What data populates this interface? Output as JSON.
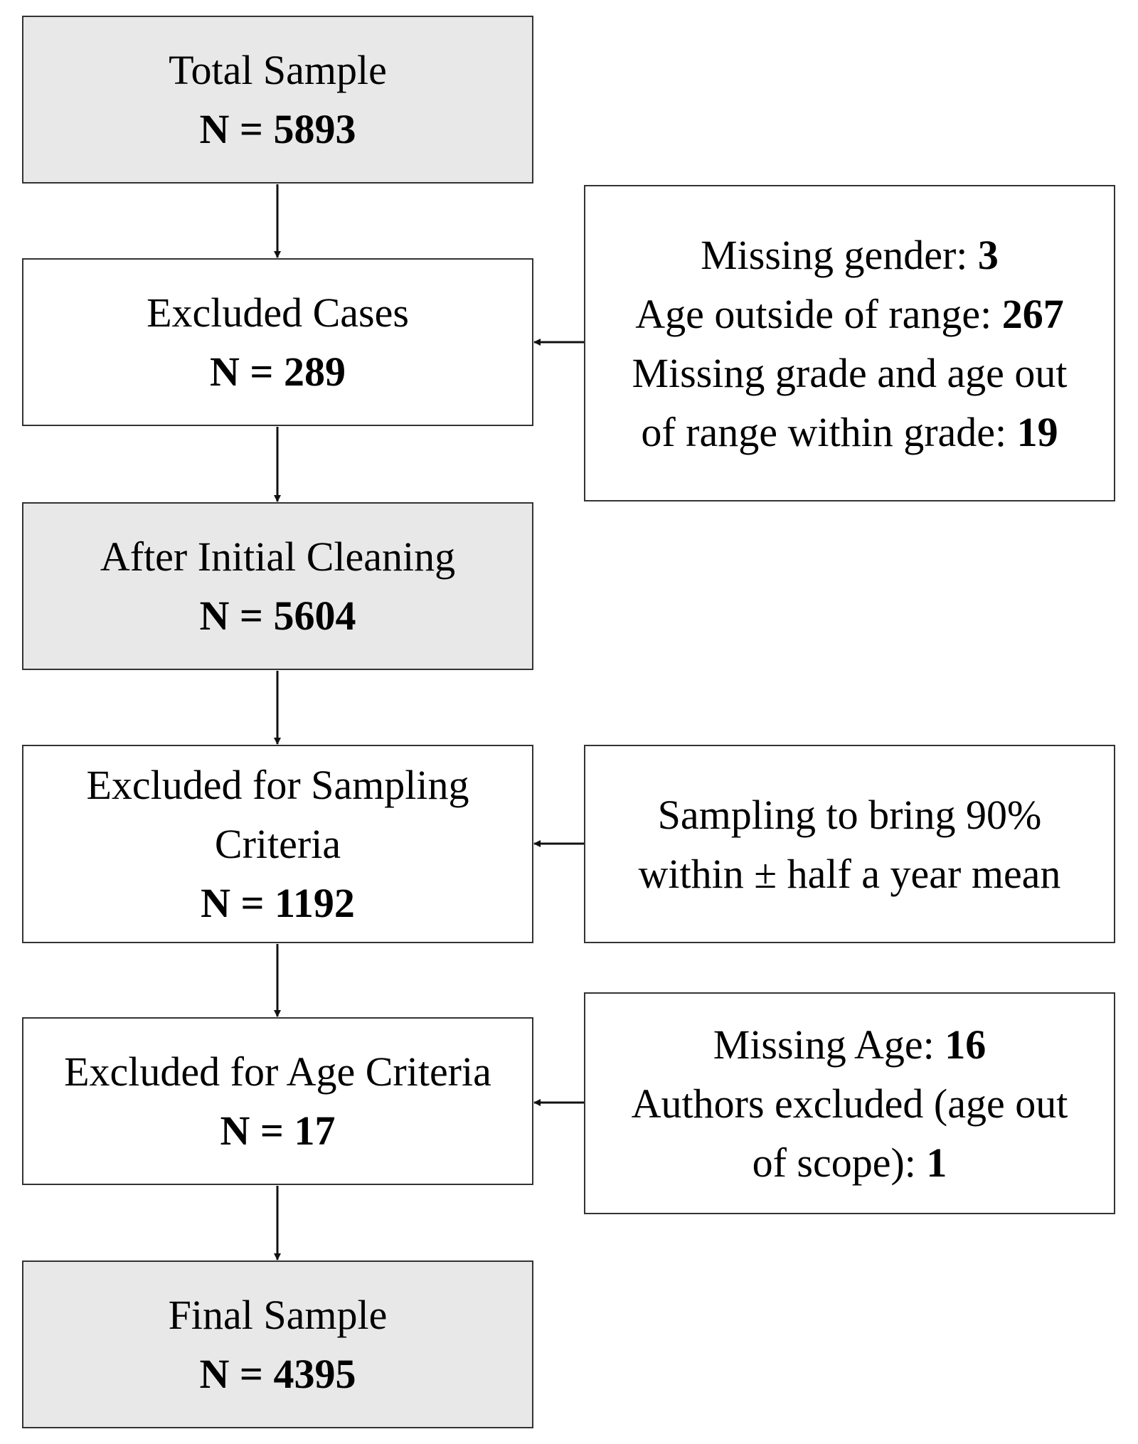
{
  "main_boxes": {
    "total": {
      "title": "Total Sample",
      "n": "N = 5893"
    },
    "excluded": {
      "title": "Excluded Cases",
      "n": "N = 289"
    },
    "initial": {
      "title": "After Initial Cleaning",
      "n": "N = 5604"
    },
    "sampling": {
      "title_line1": "Excluded for Sampling",
      "title_line2": "Criteria",
      "n": "N = 1192"
    },
    "age": {
      "title": "Excluded for Age Criteria",
      "n": "N = 17"
    },
    "final": {
      "title": "Final Sample",
      "n": "N = 4395"
    }
  },
  "side_boxes": {
    "excluded": {
      "missing_gender_label": "Missing gender: ",
      "missing_gender_value": "3",
      "age_range_label": "Age outside of range: ",
      "age_range_value": "267",
      "missing_grade_line1": "Missing grade and age out",
      "missing_grade_label": "of range within grade: ",
      "missing_grade_value": "19"
    },
    "sampling": {
      "line1": "Sampling to bring 90%",
      "line2": "within ± half a year mean"
    },
    "age": {
      "missing_age_label": "Missing Age: ",
      "missing_age_value": "16",
      "authors_line1": "Authors excluded (age out",
      "authors_label": "of scope): ",
      "authors_value": "1"
    }
  }
}
